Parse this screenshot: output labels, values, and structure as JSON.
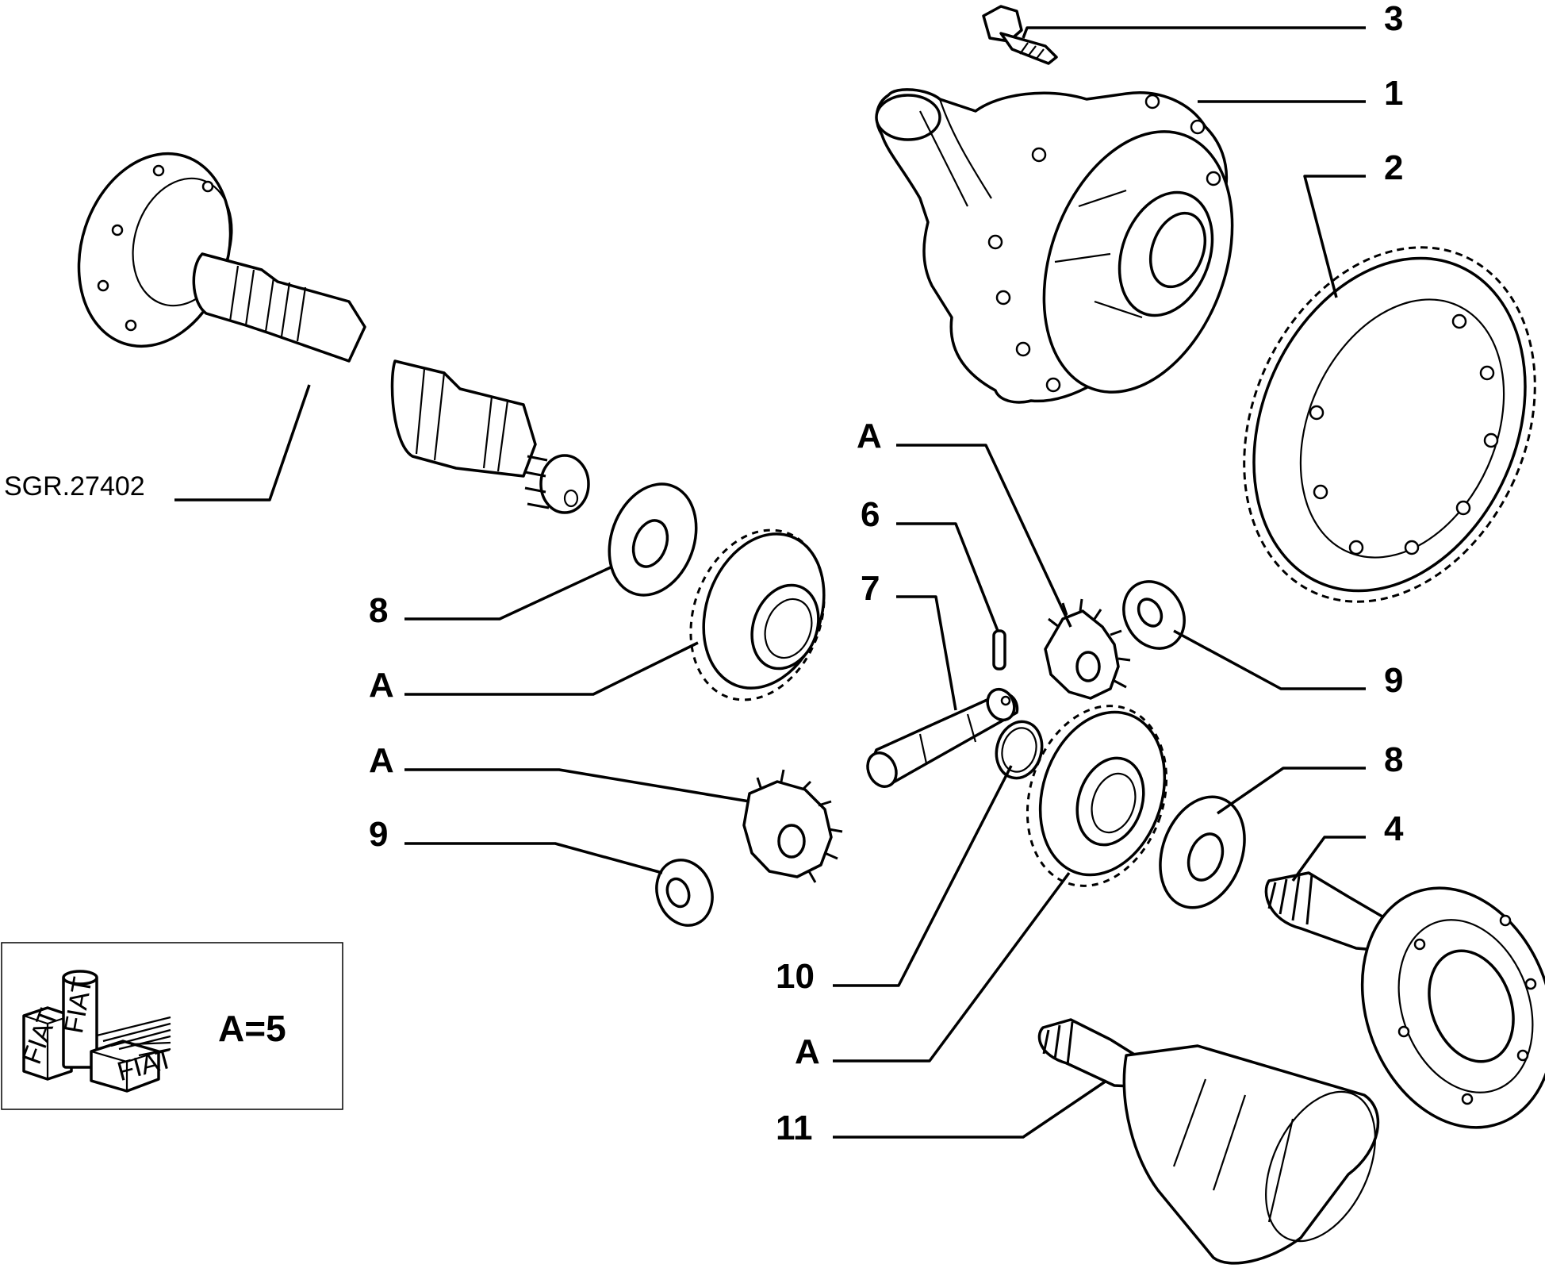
{
  "reference_code": "SGR.27402",
  "callouts": {
    "c3": "3",
    "c1": "1",
    "c2": "2",
    "cA_center": "A",
    "c6": "6",
    "c7": "7",
    "c8_left": "8",
    "cA_left1": "A",
    "cA_left2": "A",
    "c9_left": "9",
    "c9_right": "9",
    "c8_right": "8",
    "c4": "4",
    "c10": "10",
    "cA_bottom": "A",
    "c11": "11"
  },
  "legend": {
    "quantity_note": "A=5",
    "brand_marks": [
      "FIAT",
      "FIAT",
      "FIAT"
    ]
  },
  "icons": [
    "fiat-parts-boxes-icon"
  ],
  "colors": {
    "ink": "#000000",
    "paper": "#ffffff"
  }
}
